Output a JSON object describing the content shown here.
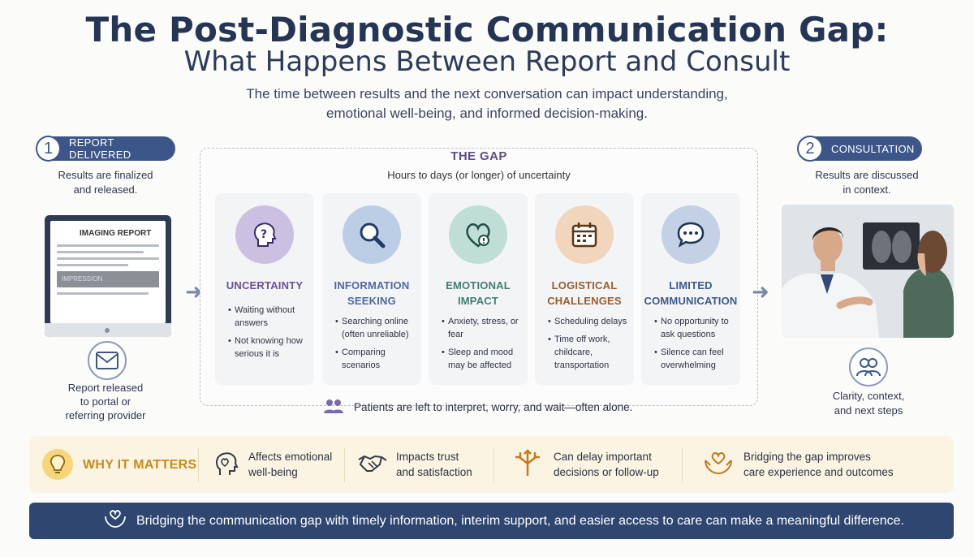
{
  "header": {
    "title": "The Post-Diagnostic Communication Gap:",
    "subtitle": "What Happens Between Report and Consult",
    "intro_line1": "The time between results and the next conversation can impact understanding,",
    "intro_line2": "emotional well-being, and informed decision-making."
  },
  "step1": {
    "number": "1",
    "label": "REPORT DELIVERED",
    "desc_line1": "Results are finalized",
    "desc_line2": "and released.",
    "monitor_title": "IMAGING REPORT",
    "monitor_impression": "IMPRESSION",
    "note_line1": "Report released",
    "note_line2": "to portal or",
    "note_line3": "referring provider"
  },
  "step2": {
    "number": "2",
    "label": "CONSULTATION",
    "desc_line1": "Results are discussed",
    "desc_line2": "in context.",
    "note_line1": "Clarity, context,",
    "note_line2": "and next steps"
  },
  "gap": {
    "title": "THE GAP",
    "subtitle": "Hours to days (or longer) of uncertainty",
    "footer": "Patients are left to interpret, worry, and wait—often alone.",
    "cards": [
      {
        "title1": "UNCERTAINTY",
        "title2": "",
        "icon": "question-head-icon",
        "color": "#6a4f9b",
        "bg": "#cbc0e2",
        "bullets": [
          "Waiting without answers",
          "Not knowing how serious it is"
        ]
      },
      {
        "title1": "INFORMATION",
        "title2": "SEEKING",
        "icon": "magnifier-icon",
        "color": "#4a6aa6",
        "bg": "#bccde6",
        "bullets": [
          "Searching online (often unreliable)",
          "Comparing scenarios"
        ]
      },
      {
        "title1": "EMOTIONAL",
        "title2": "IMPACT",
        "icon": "heart-alert-icon",
        "color": "#3f7f73",
        "bg": "#bfded6",
        "bullets": [
          "Anxiety, stress, or fear",
          "Sleep and mood may be affected"
        ]
      },
      {
        "title1": "LOGISTICAL",
        "title2": "CHALLENGES",
        "icon": "calendar-icon",
        "color": "#9a5c2e",
        "bg": "#f1d6bd",
        "bullets": [
          "Scheduling delays",
          "Time off work, childcare, transportation"
        ]
      },
      {
        "title1": "LIMITED",
        "title2": "COMMUNICATION",
        "icon": "speech-bubble-icon",
        "color": "#3b5b8e",
        "bg": "#c3d0e6",
        "bullets": [
          "No opportunity to ask questions",
          "Silence can feel overwhelming"
        ]
      }
    ]
  },
  "why": {
    "label": "WHY IT MATTERS",
    "items": [
      {
        "line1": "Affects emotional",
        "line2": "well-being",
        "icon": "head-heart-icon"
      },
      {
        "line1": "Impacts trust",
        "line2": "and satisfaction",
        "icon": "handshake-icon"
      },
      {
        "line1": "Can delay important",
        "line2": "decisions or follow-up",
        "icon": "diverging-arrows-icon"
      },
      {
        "line1": "Bridging the gap improves",
        "line2": "care experience and outcomes",
        "icon": "hands-heart-icon"
      }
    ]
  },
  "banner": {
    "text": "Bridging the communication gap with timely information, interim support, and easier access to care can make a meaningful difference."
  },
  "colors": {
    "navy": "#2f4671",
    "accent": "#3d5689",
    "gap_title": "#5e4c8c",
    "why_bg": "#fbf4e2",
    "why_accent": "#c98a1a"
  }
}
